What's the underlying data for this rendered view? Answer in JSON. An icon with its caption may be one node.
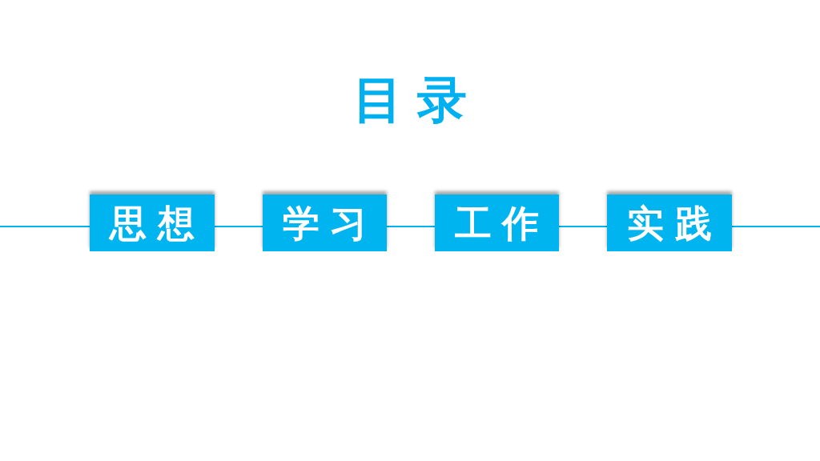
{
  "diagram": {
    "title": "目录",
    "nodes": [
      {
        "text": [
          "思想"
        ]
      },
      {
        "text": [
          "学习"
        ]
      },
      {
        "text": [
          "工作"
        ]
      },
      {
        "text": [
          "实践"
        ]
      }
    ],
    "edges": [
      {
        "from": null,
        "to": 0,
        "arrow": "none"
      },
      {
        "from": 0,
        "to": 1,
        "arrow": "none"
      },
      {
        "from": 1,
        "to": 2,
        "arrow": "none"
      },
      {
        "from": 2,
        "to": 3,
        "arrow": "none"
      },
      {
        "from": 3,
        "to": null,
        "arrow": "none"
      }
    ]
  }
}
